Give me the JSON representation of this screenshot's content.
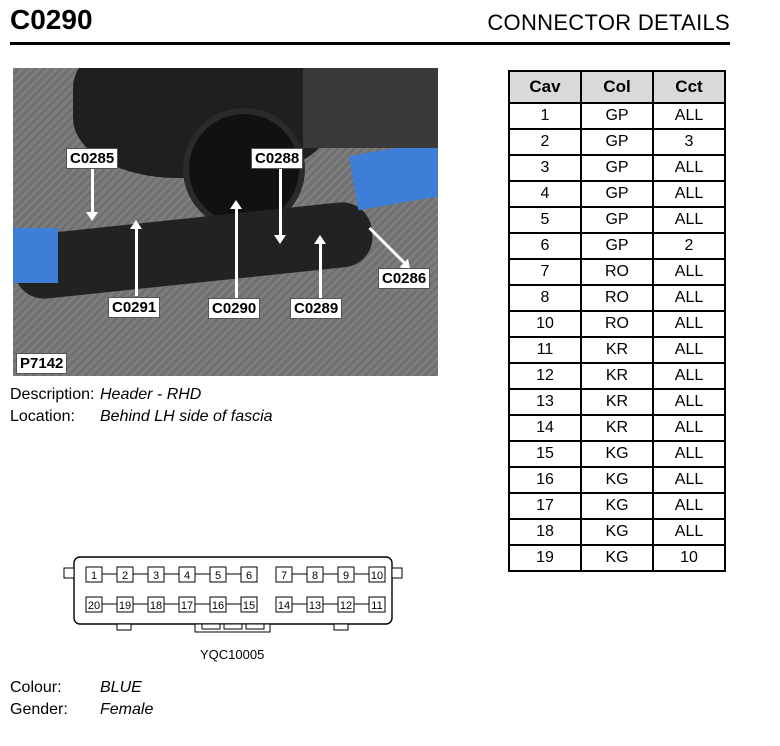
{
  "connector_id": "C0290",
  "heading": "CONNECTOR DETAILS",
  "photo": {
    "ref": "P7142",
    "callouts": [
      "C0285",
      "C0288",
      "C0286",
      "C0291",
      "C0290",
      "C0289"
    ]
  },
  "description_label": "Description:",
  "description_value": "Header - RHD",
  "location_label": "Location:",
  "location_value": "Behind LH side of fascia",
  "colour_label": "Colour:",
  "colour_value": "BLUE",
  "gender_label": "Gender:",
  "gender_value": "Female",
  "connector_part": "YQC10005",
  "pins_top": [
    "1",
    "2",
    "3",
    "4",
    "5",
    "6",
    "7",
    "8",
    "9",
    "10"
  ],
  "pins_bottom": [
    "20",
    "19",
    "18",
    "17",
    "16",
    "15",
    "14",
    "13",
    "12",
    "11"
  ],
  "table": {
    "headers": [
      "Cav",
      "Col",
      "Cct"
    ],
    "rows": [
      [
        "1",
        "GP",
        "ALL"
      ],
      [
        "2",
        "GP",
        "3"
      ],
      [
        "3",
        "GP",
        "ALL"
      ],
      [
        "4",
        "GP",
        "ALL"
      ],
      [
        "5",
        "GP",
        "ALL"
      ],
      [
        "6",
        "GP",
        "2"
      ],
      [
        "7",
        "RO",
        "ALL"
      ],
      [
        "8",
        "RO",
        "ALL"
      ],
      [
        "10",
        "RO",
        "ALL"
      ],
      [
        "11",
        "KR",
        "ALL"
      ],
      [
        "12",
        "KR",
        "ALL"
      ],
      [
        "13",
        "KR",
        "ALL"
      ],
      [
        "14",
        "KR",
        "ALL"
      ],
      [
        "15",
        "KG",
        "ALL"
      ],
      [
        "16",
        "KG",
        "ALL"
      ],
      [
        "17",
        "KG",
        "ALL"
      ],
      [
        "18",
        "KG",
        "ALL"
      ],
      [
        "19",
        "KG",
        "10"
      ]
    ]
  }
}
